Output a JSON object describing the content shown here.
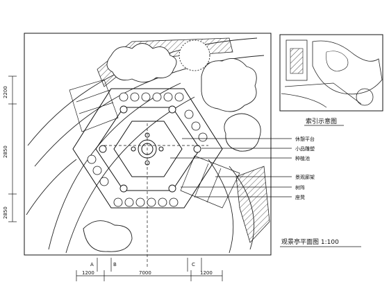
{
  "legend_labels": [
    "休憩平台",
    "小品雕塑",
    "种植池",
    "景观廊架",
    "树阵",
    "座凳"
  ],
  "title_inset": "索引示意图",
  "title_plan": "观景亭平面图 1:100",
  "dims_left": [
    "2200",
    "2850",
    "2850"
  ],
  "dims_bottom": [
    "1200",
    "7000",
    "1200"
  ],
  "axis_marks": [
    "A",
    "B",
    "C"
  ]
}
